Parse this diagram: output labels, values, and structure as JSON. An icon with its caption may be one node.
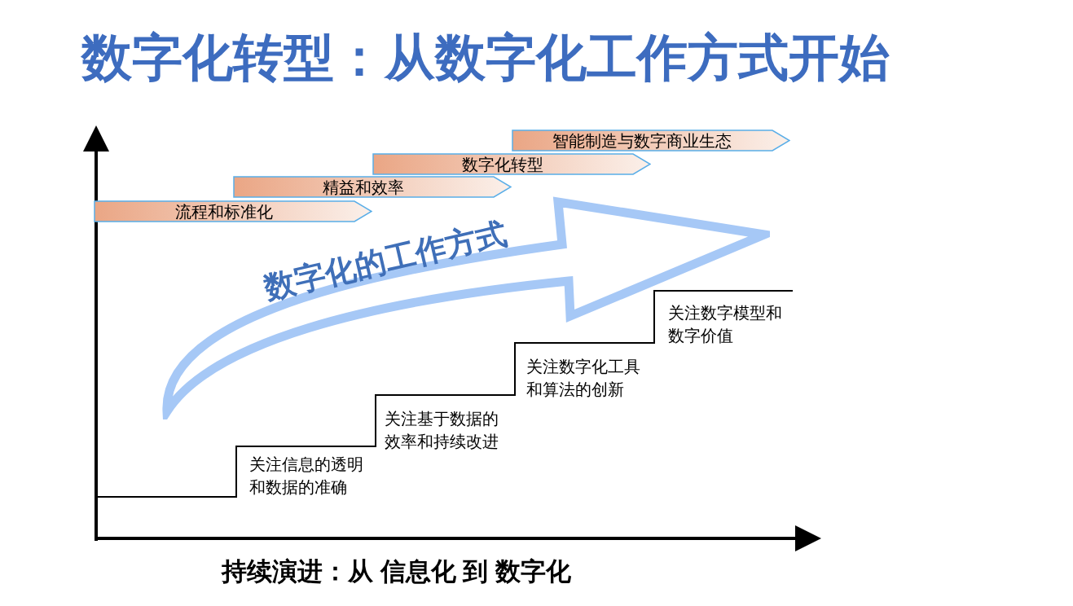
{
  "diagram": {
    "title": "数字化转型：从数字化工作方式开始",
    "caption": "持续演进：从 信息化 到 数字化",
    "nodes": [
      {
        "text": [
          "流程和标准化"
        ]
      },
      {
        "text": [
          "精益和效率"
        ]
      },
      {
        "text": [
          "数字化转型"
        ]
      },
      {
        "text": [
          "智能制造与数字商业生态"
        ]
      },
      {
        "text": [
          "数字化的工作方式"
        ]
      }
    ],
    "labels": [
      "关注信息的透明和数据的准确",
      "关注基于数据的效率和持续改进",
      "关注数字化工具和算法的创新",
      "关注数字模型和数字价值"
    ]
  }
}
